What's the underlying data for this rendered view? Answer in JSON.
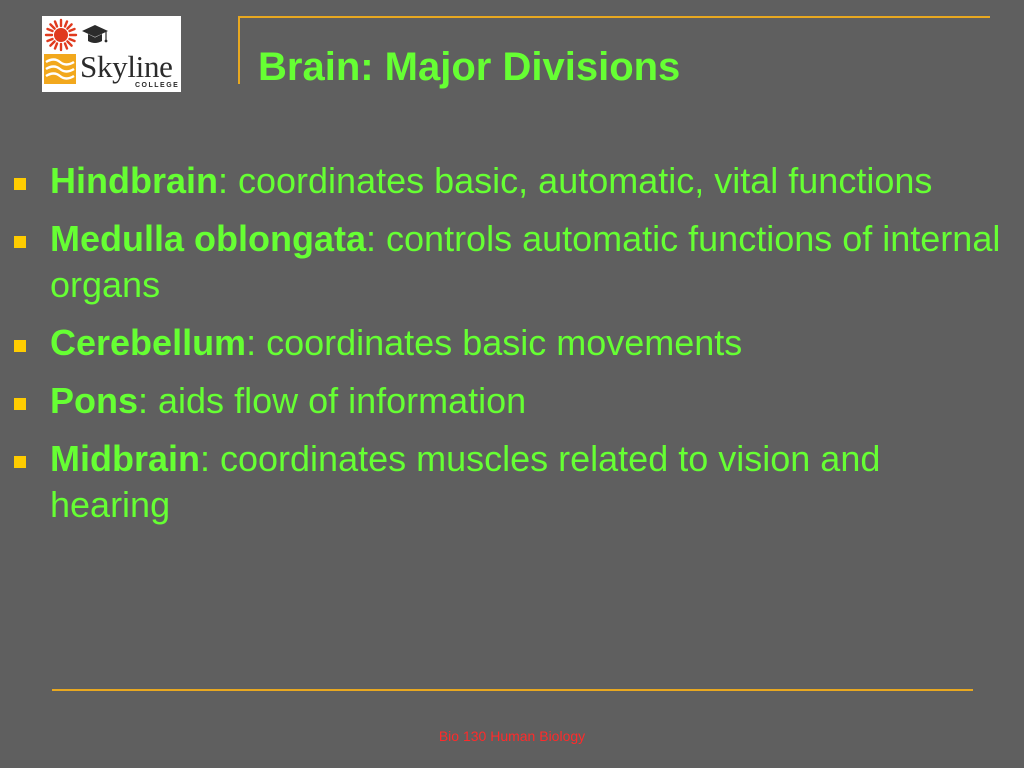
{
  "logo": {
    "icon_sun": "sun-logo-icon",
    "icon_cap": "graduation-cap-icon",
    "icon_waves": "waves-logo-icon",
    "name": "Skyline",
    "subtitle": "COLLEGE",
    "colors": {
      "sun": "#e03a1e",
      "waves": "#f2a81d",
      "text": "#2b2b2b"
    }
  },
  "slide": {
    "title": "Brain: Major Divisions",
    "colors": {
      "background": "#5f5f5f",
      "text": "#66ff33",
      "accent_rule": "#e8a820",
      "bullet_marker": "#ffcc00",
      "footer_text": "#ff2a2a"
    }
  },
  "bullets": [
    {
      "term": "Hindbrain",
      "text": ": coordinates basic, automatic, vital functions"
    },
    {
      "term": "Medulla oblongata",
      "text": ": controls automatic functions of internal organs"
    },
    {
      "term": "Cerebellum",
      "text": ": coordinates basic movements"
    },
    {
      "term": "Pons",
      "text": ": aids flow of information"
    },
    {
      "term": "Midbrain",
      "text": ": coordinates muscles related to vision and hearing"
    }
  ],
  "footer": {
    "text": "Bio 130 Human Biology"
  }
}
